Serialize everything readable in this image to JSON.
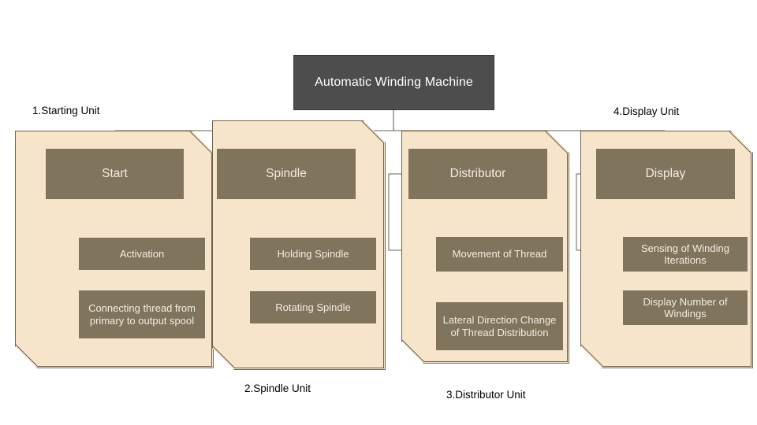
{
  "diagram": {
    "title": "Automatic Winding Machine",
    "colors": {
      "root_fill": "#4d4d4d",
      "unit_fill": "#f7e5cb",
      "box_fill": "#80745c",
      "box_text": "#f4ece0",
      "line": "#6f6250",
      "caption_text": "#000000",
      "page_background": "#ffffff"
    },
    "root": {
      "label": "Automatic Winding Machine"
    },
    "units": [
      {
        "caption": "1.Starting Unit",
        "caption_position": "top",
        "head": {
          "label": "Start"
        },
        "leaves": [
          {
            "label": "Activation"
          },
          {
            "label": "Connecting thread from primary to output spool"
          }
        ]
      },
      {
        "caption": "2.Spindle Unit",
        "caption_position": "bottom",
        "head": {
          "label": "Spindle"
        },
        "leaves": [
          {
            "label": "Holding Spindle"
          },
          {
            "label": "Rotating Spindle"
          }
        ]
      },
      {
        "caption": "3.Distributor Unit",
        "caption_position": "bottom",
        "head": {
          "label": "Distributor"
        },
        "leaves": [
          {
            "label": "Movement of Thread"
          },
          {
            "label": "Lateral Direction Change of Thread Distribution"
          }
        ]
      },
      {
        "caption": "4.Display Unit",
        "caption_position": "top",
        "head": {
          "label": "Display"
        },
        "leaves": [
          {
            "label": "Sensing of Winding Iterations"
          },
          {
            "label": "Display Number of Windings"
          }
        ]
      }
    ]
  }
}
